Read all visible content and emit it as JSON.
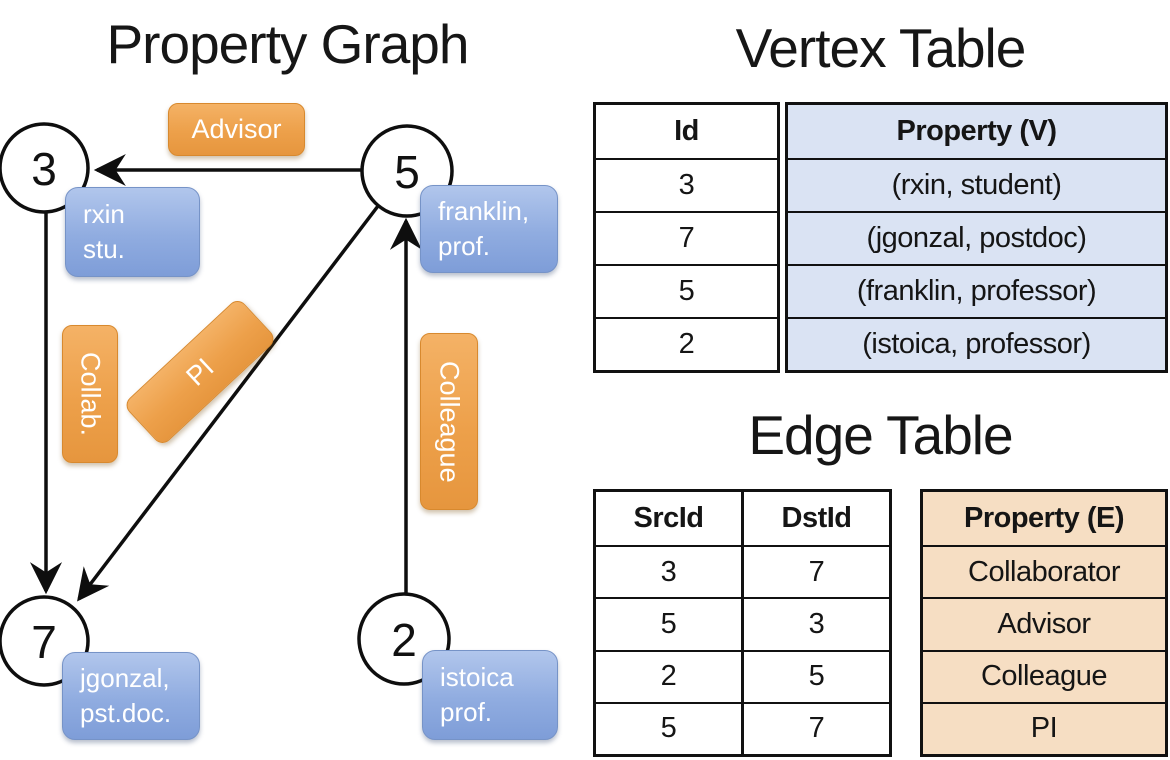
{
  "titles": {
    "graph": "Property Graph",
    "vertex_table": "Vertex Table",
    "edge_table": "Edge Table"
  },
  "graph": {
    "node3": {
      "label": "3",
      "prop_line1": "rxin",
      "prop_line2": "stu."
    },
    "node5": {
      "label": "5",
      "prop_line1": "franklin,",
      "prop_line2": "prof."
    },
    "node7": {
      "label": "7",
      "prop_line1": "jgonzal,",
      "prop_line2": "pst.doc."
    },
    "node2": {
      "label": "2",
      "prop_line1": "istoica",
      "prop_line2": "prof."
    },
    "edge_labels": {
      "advisor": "Advisor",
      "collab": "Collab.",
      "pi": "PI",
      "colleague": "Colleague"
    }
  },
  "vertex_table": {
    "id_header": "Id",
    "property_header": "Property (V)",
    "rows": [
      {
        "id": "3",
        "property": "(rxin, student)"
      },
      {
        "id": "7",
        "property": "(jgonzal, postdoc)"
      },
      {
        "id": "5",
        "property": "(franklin, professor)"
      },
      {
        "id": "2",
        "property": "(istoica, professor)"
      }
    ]
  },
  "edge_table": {
    "src_header": "SrcId",
    "dst_header": "DstId",
    "property_header": "Property (E)",
    "rows": [
      {
        "src": "3",
        "dst": "7",
        "property": "Collaborator"
      },
      {
        "src": "5",
        "dst": "3",
        "property": "Advisor"
      },
      {
        "src": "2",
        "dst": "5",
        "property": "Colleague"
      },
      {
        "src": "5",
        "dst": "7",
        "property": "PI"
      }
    ]
  },
  "colors": {
    "edge_label_orange_top": "#F4B266",
    "edge_label_orange_bottom": "#E6963E",
    "vertex_prop_blue_top": "#B1C6EC",
    "vertex_prop_blue_bottom": "#7E9DD8",
    "vertex_table_fill": "#DAE3F3",
    "edge_table_fill": "#F6DEC3",
    "line_color": "#0e0e0e"
  }
}
